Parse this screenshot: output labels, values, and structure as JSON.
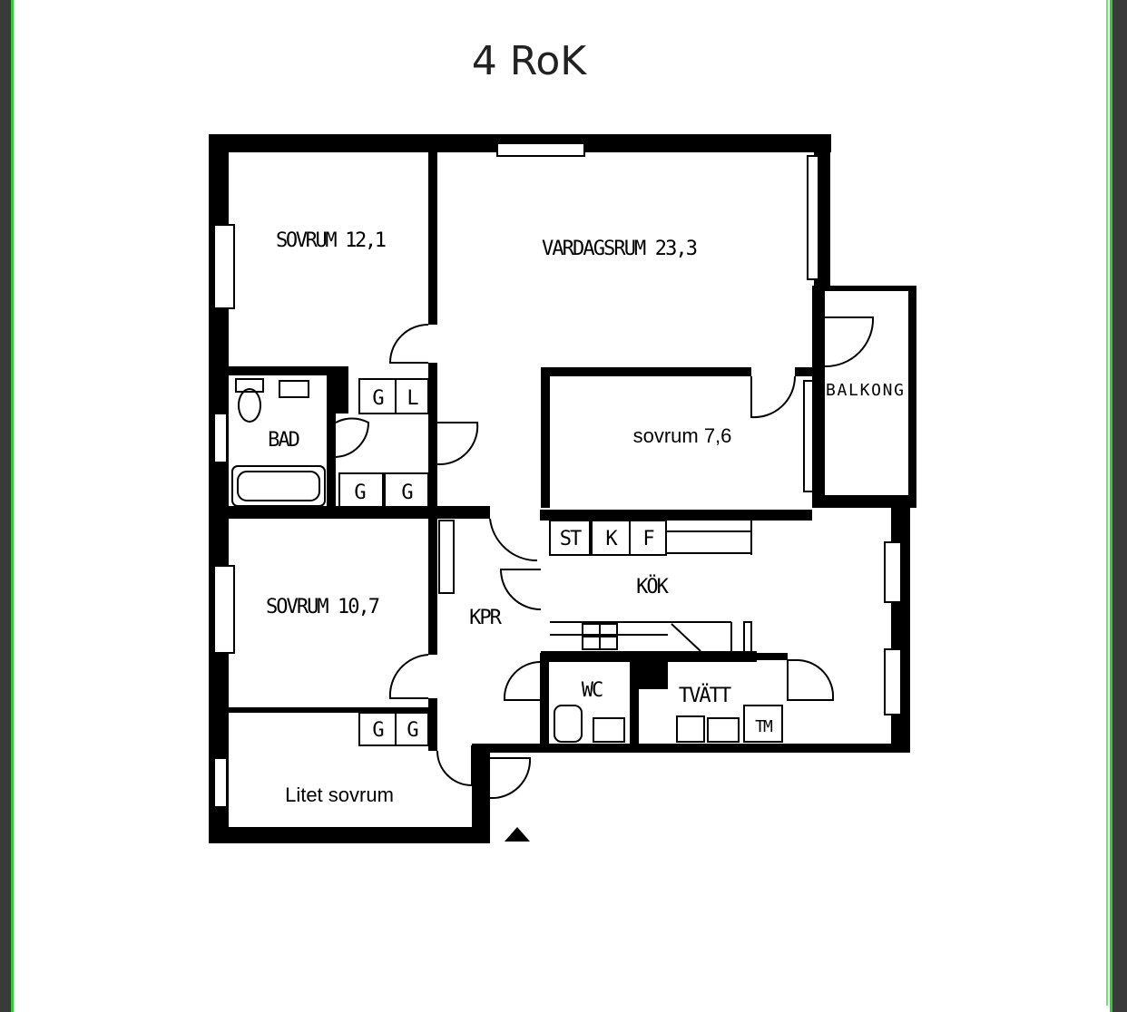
{
  "plan": {
    "title": "4 RoK",
    "rooms": {
      "sovrum_1": "SOVRUM 12,1",
      "vardagsrum": "VARDAGSRUM 23,3",
      "bad": "BAD",
      "balkong": "BALKONG",
      "sovrum_small": "sovrum 7,6",
      "kok": "KÖK",
      "sovrum_2": "SOVRUM 10,7",
      "kpr": "KPR",
      "wc": "WC",
      "tvatt": "TVÄTT",
      "litet_sovrum": "Litet sovrum"
    },
    "fixtures": {
      "closet_g": "G",
      "closet_l": "L",
      "stove": "ST",
      "fridge_k": "K",
      "freezer_f": "F",
      "tm": "TM"
    },
    "colors": {
      "wall": "#000000",
      "frame_border": "#33cc33",
      "background": "#ffffff"
    }
  }
}
